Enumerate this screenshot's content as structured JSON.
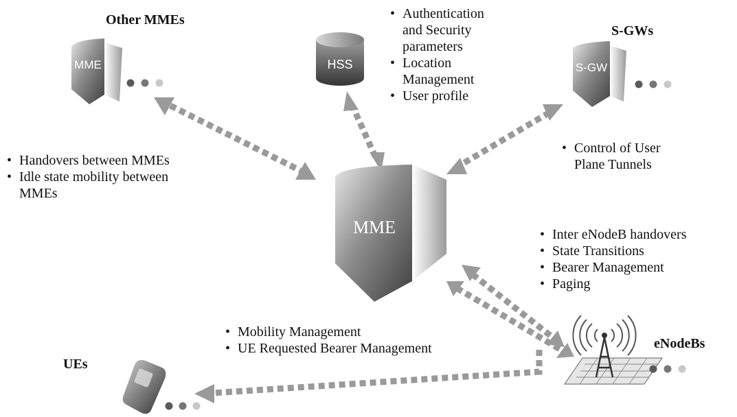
{
  "headings": {
    "other_mmes": "Other MMEs",
    "s_gws": "S-GWs",
    "enodebs": "eNodeBs",
    "ues": "UEs"
  },
  "nodes": {
    "mme_small": "MME",
    "hss": "HSS",
    "sgw": "S-GW",
    "mme_center": "MME"
  },
  "functions": {
    "hss": [
      "Authentication",
      "and Security",
      "parameters",
      "Location",
      "Management",
      "User profile"
    ],
    "other_mmes": [
      "Handovers between MMEs",
      "Idle state mobility between",
      "MMEs"
    ],
    "sgw": [
      "Control of User",
      "Plane Tunnels"
    ],
    "enodeb": [
      "Inter eNodeB handovers",
      "State Transitions",
      "Bearer Management",
      "Paging"
    ],
    "ue": [
      "Mobility Management",
      "UE Requested Bearer Management"
    ]
  },
  "colors": {
    "arrow": "#9a9a9a",
    "node_dark": "#5a5a5a",
    "node_light": "#e8e8e8",
    "dot_dark": "#777777",
    "dot_light": "#c8c8c8"
  }
}
